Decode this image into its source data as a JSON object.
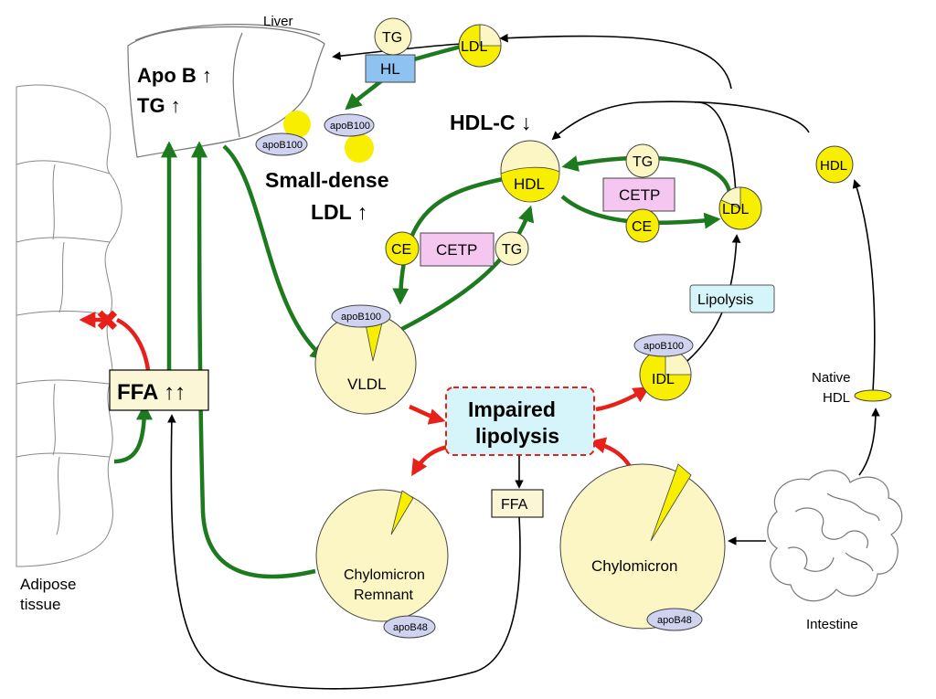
{
  "organs": {
    "liver": "Liver",
    "adipose_line1": "Adipose",
    "adipose_line2": "tissue",
    "intestine": "Intestine"
  },
  "liver_markers": {
    "apob": "Apo B ↑",
    "tg": "TG ↑"
  },
  "hdl_c": "HDL-C ↓",
  "small_dense_line1": "Small-dense",
  "small_dense_line2": "LDL ↑",
  "ffa_main": "FFA ↑↑",
  "ffa_box": "FFA",
  "impaired_line1": "Impaired",
  "impaired_line2": "lipolysis",
  "lipolysis": "Lipolysis",
  "native_hdl_line1": "Native",
  "native_hdl_line2": "HDL",
  "particles": {
    "vldl": "VLDL",
    "idl": "IDL",
    "ldl": "LDL",
    "hdl": "HDL",
    "chylo": "Chylomicron",
    "chylo_rem1": "Chylomicron",
    "chylo_rem2": "Remnant"
  },
  "labels": {
    "tg": "TG",
    "ce": "CE",
    "hl": "HL",
    "cetp": "CETP",
    "apob100": "apoB100",
    "apob48": "apoB48"
  },
  "colors": {
    "green": "#1e7a1e",
    "red": "#e8201a",
    "yellow": "#f7ee00",
    "pale": "#fbf6c4",
    "cetp": "#f5c6f0",
    "hl": "#8ec2f0",
    "apo": "#cfd3f0",
    "cyan": "#d6f5fb"
  }
}
